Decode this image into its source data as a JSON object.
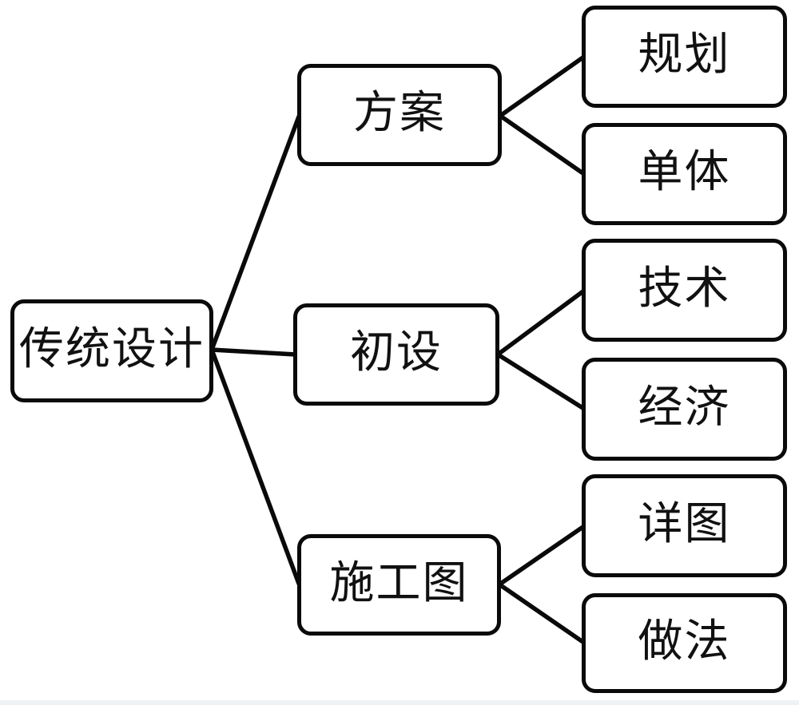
{
  "diagram": {
    "type": "tree",
    "direction": "left-to-right",
    "root": {
      "label": "传统设计"
    },
    "branches": [
      {
        "label": "方案",
        "children": [
          {
            "label": "规划"
          },
          {
            "label": "单体"
          }
        ]
      },
      {
        "label": "初设",
        "children": [
          {
            "label": "技术"
          },
          {
            "label": "经济"
          }
        ]
      },
      {
        "label": "施工图",
        "children": [
          {
            "label": "详图"
          },
          {
            "label": "做法"
          }
        ]
      }
    ],
    "colors": {
      "node_border": "#0a0a0a",
      "node_fill": "#ffffff",
      "edge": "#0a0a0a",
      "background": "#ffffff",
      "bottom_rule": "#f0f1f3"
    }
  }
}
